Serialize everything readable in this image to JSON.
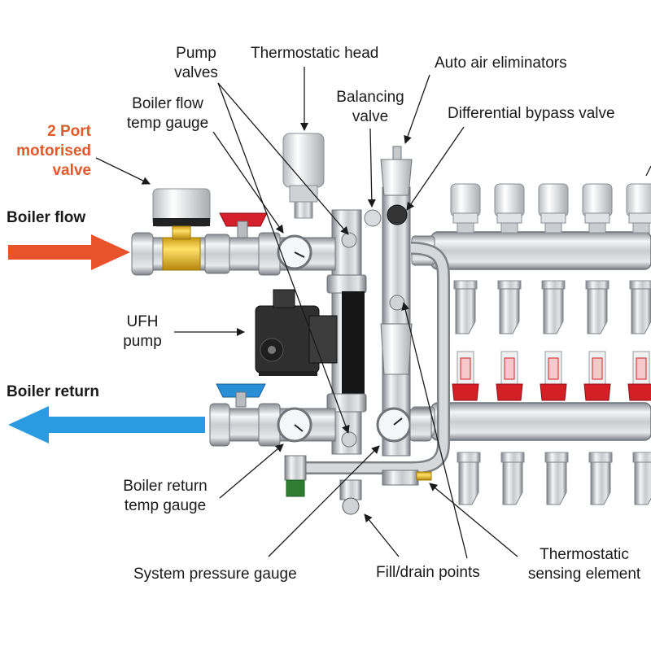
{
  "labels": {
    "pump_valves_1": "Pump",
    "pump_valves_2": "valves",
    "thermostatic_head": "Thermostatic head",
    "auto_air_eliminators": "Auto air eliminators",
    "balancing_valve_1": "Balancing",
    "balancing_valve_2": "valve",
    "differential_bypass_valve": "Differential bypass valve",
    "boiler_flow_gauge_1": "Boiler flow",
    "boiler_flow_gauge_2": "temp gauge",
    "motorised_valve_1": "2 Port",
    "motorised_valve_2": "motorised",
    "motorised_valve_3": "valve",
    "boiler_flow": "Boiler flow",
    "ufh_pump_1": "UFH",
    "ufh_pump_2": "pump",
    "boiler_return": "Boiler return",
    "boiler_return_gauge_1": "Boiler return",
    "boiler_return_gauge_2": "temp gauge",
    "system_pressure_gauge": "System pressure gauge",
    "fill_drain_points": "Fill/drain points",
    "thermostatic_sensing_1": "Thermostatic",
    "thermostatic_sensing_2": "sensing element"
  },
  "colors": {
    "flow_arrow": "#e8532c",
    "return_arrow": "#2a9be0",
    "motorised_label": "#e05a2a",
    "flow_meter": "#d41f26",
    "brass": "#f2c21b",
    "pump_body": "#333333",
    "red_handle": "#d4202a",
    "blue_handle": "#2a8fd6"
  }
}
